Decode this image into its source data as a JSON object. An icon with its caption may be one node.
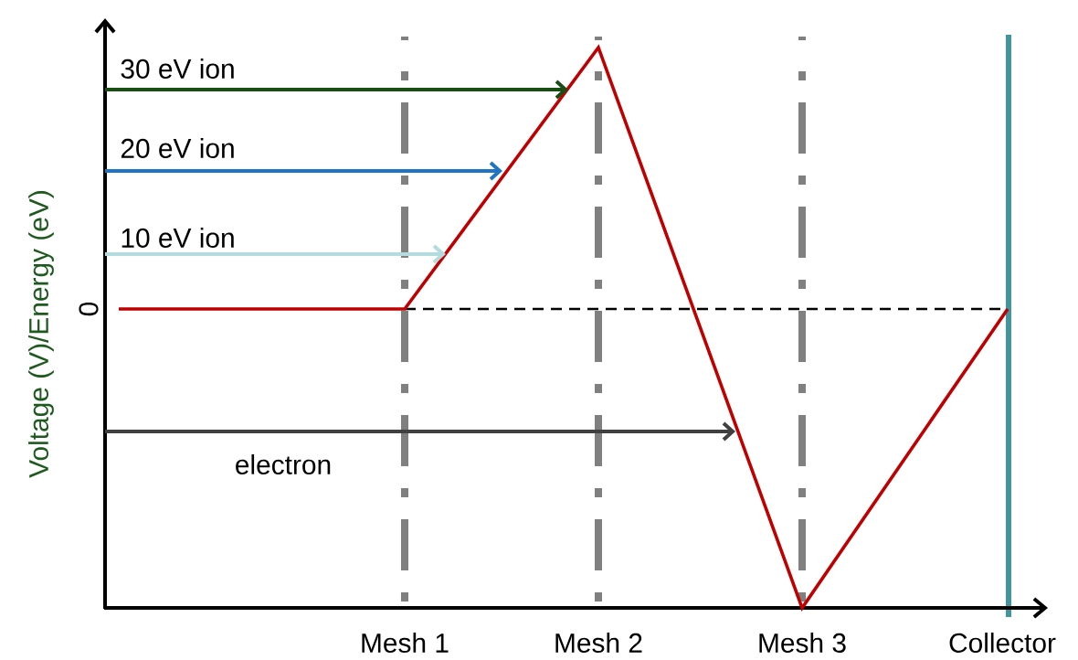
{
  "diagram": {
    "labels": [
      "Voltage (V)/Energy (eV)",
      "0",
      "30 eV ion",
      "20 eV ion",
      "10 eV ion",
      "electron",
      "Mesh 1",
      "Mesh 2",
      "Mesh 3",
      "Collector"
    ]
  }
}
